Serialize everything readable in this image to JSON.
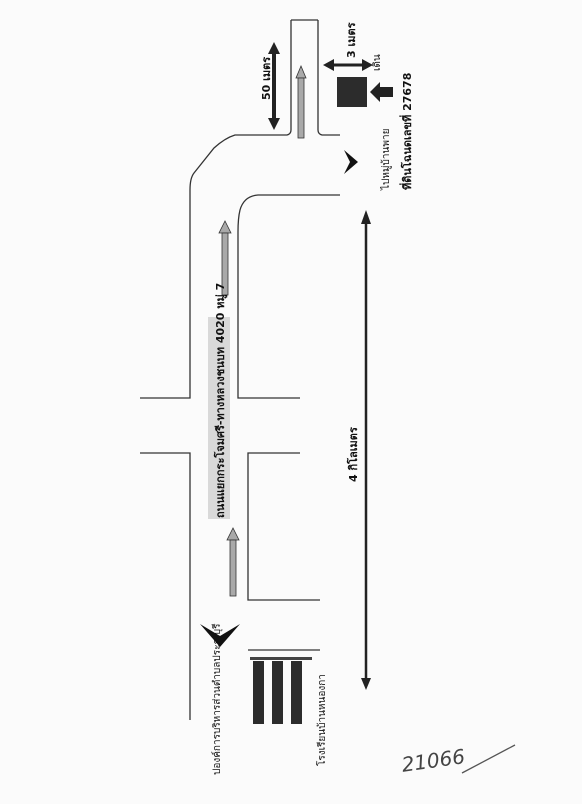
{
  "labels": {
    "dist_50": "50 เมตร",
    "dist_3": "3 เมตร",
    "walk": "เดิน",
    "land_deed": "ที่ดินโฉนดเลขที่ 27678",
    "to_village": "ไปหมู่บ้านพาย",
    "road_name": "ถนนแยกกระโจมศรี-ทางหลวงชนบท 4020 หมู่ 7",
    "dist_4km": "4 กิโลเมตร",
    "sao_office": "ปองค์การบริหารส่วนตำบลประณบุรี",
    "school": "โรงเรียนบ้านหนองกา",
    "handwritten_number": "21066"
  },
  "colors": {
    "road_arrow_fill": "#a9a9a9",
    "road_line": "#333333",
    "measure_line": "#222222",
    "landmark_fill": "#2c2c2c"
  }
}
